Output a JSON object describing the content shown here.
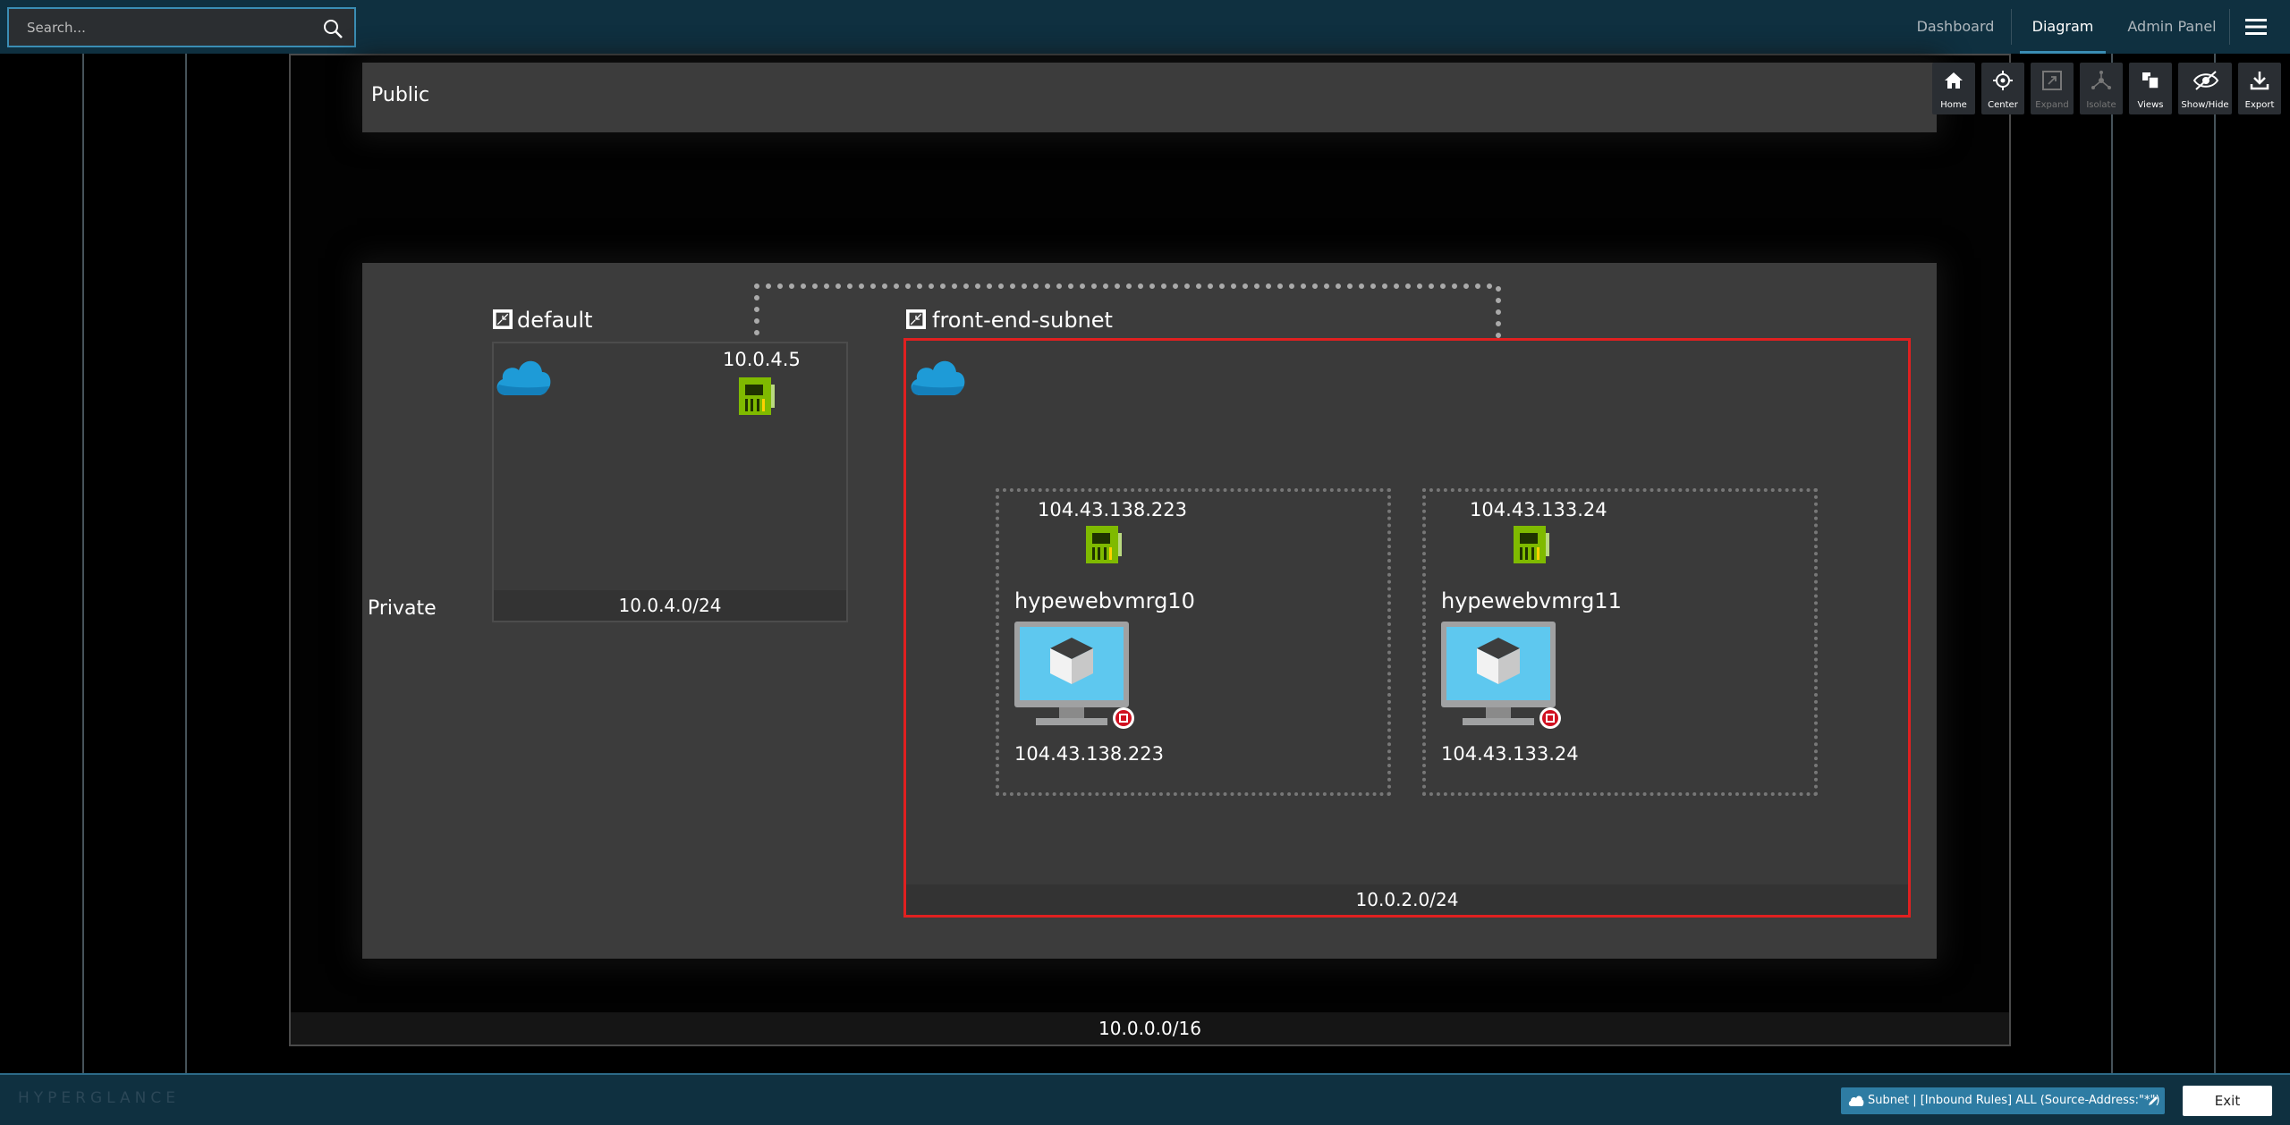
{
  "search": {
    "placeholder": "Search..."
  },
  "nav": {
    "tabs": [
      "Dashboard",
      "Diagram",
      "Admin Panel"
    ],
    "active": "Diagram"
  },
  "toolbar": {
    "home": "Home",
    "center": "Center",
    "expand": "Expand",
    "isolate": "Isolate",
    "views": "Views",
    "showhide": "Show/Hide",
    "export": "Export"
  },
  "diagram": {
    "public_label": "Public",
    "private_label": "Private",
    "vnet_cidr": "10.0.0.0/16",
    "subnets": [
      {
        "name": "default",
        "cidr": "10.0.4.0/24",
        "nic_ip": "10.0.4.5"
      },
      {
        "name": "front-end-subnet",
        "cidr": "10.0.2.0/24"
      }
    ],
    "vms": [
      {
        "name": "hypewebvmrg10",
        "nic_ip": "104.43.138.223",
        "ip": "104.43.138.223"
      },
      {
        "name": "hypewebvmrg11",
        "nic_ip": "104.43.133.24",
        "ip": "104.43.133.24"
      }
    ]
  },
  "footer": {
    "logo": "HYPERGLANCE",
    "filter": "Subnet | [Inbound Rules] ALL (Source-Address:\"*\")",
    "exit": "Exit"
  },
  "colors": {
    "accent": "#3a8db4",
    "selection": "#e02020",
    "nic": "#7fba00",
    "cloud": "#1e9bd7"
  }
}
